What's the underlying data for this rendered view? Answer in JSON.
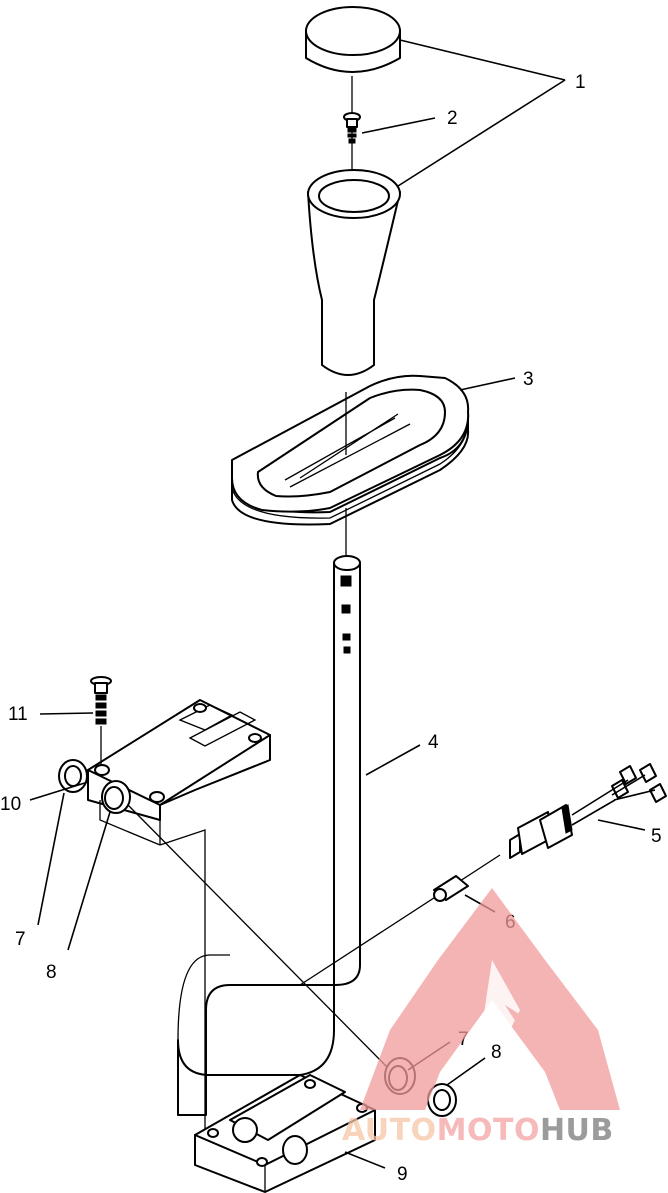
{
  "callouts": {
    "c1": "1",
    "c2": "2",
    "c3": "3",
    "c4": "4",
    "c5": "5",
    "c6": "6",
    "c7a": "7",
    "c8a": "8",
    "c7b": "7",
    "c8b": "8",
    "c9": "9",
    "c10": "10",
    "c11": "11"
  },
  "watermark": {
    "text_auto": "AUTO",
    "text_moto": "MOTO",
    "text_hub": "HUB",
    "color_auto": "#f5c6a5",
    "color_moto": "#f5a3a3",
    "color_hub": "#7a7a7a"
  }
}
